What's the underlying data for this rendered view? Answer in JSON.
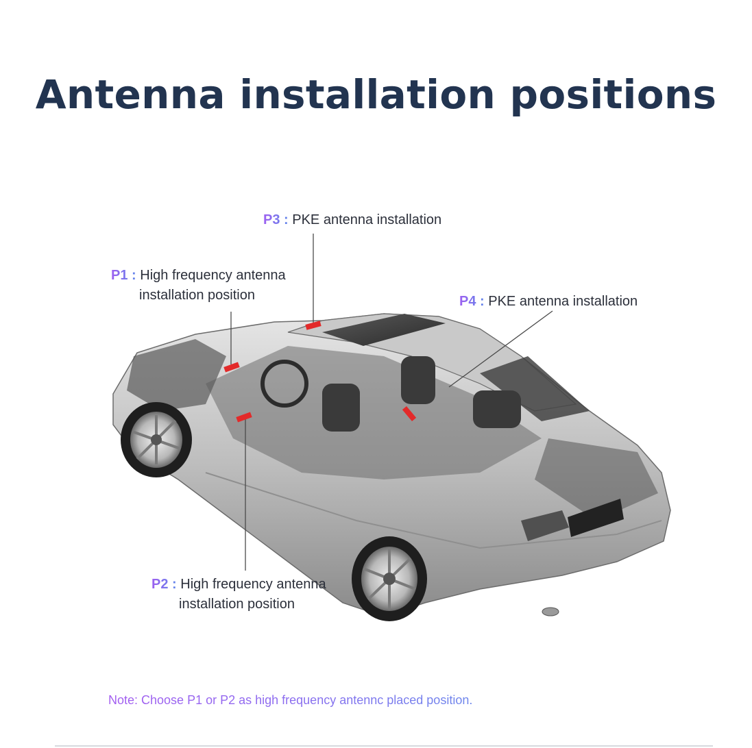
{
  "title": "Antenna installation positions",
  "callouts": {
    "p1": {
      "tag": "P1 :",
      "line1": "High frequency antenna",
      "line2": "installation position"
    },
    "p2": {
      "tag": "P2 :",
      "line1": "High frequency antenna",
      "line2": "installation position"
    },
    "p3": {
      "tag": "P3 :",
      "line1": "PKE antenna installation"
    },
    "p4": {
      "tag": "P4 :",
      "line1": "PKE antenna installation"
    }
  },
  "note": "Note: Choose P1 or P2 as high frequency antennc placed position.",
  "colors": {
    "title": "#223450",
    "tag_gradient_start": "#9e5ff0",
    "tag_gradient_end": "#5f86ea",
    "marker": "#e32a2a"
  },
  "illustration": "cutaway-car-icon"
}
